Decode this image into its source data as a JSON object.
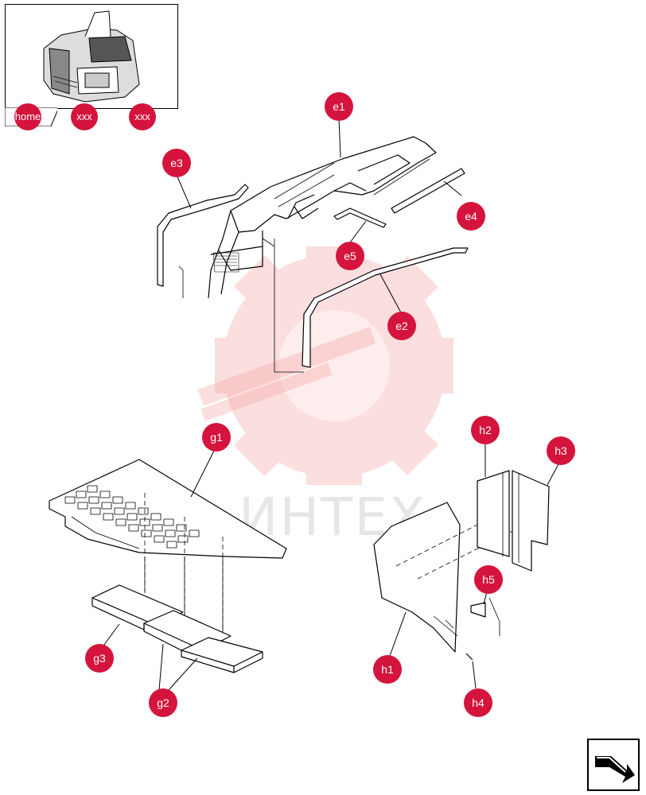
{
  "watermark": {
    "text": "ИНТЕХ",
    "color": "#f2a0a0"
  },
  "nav": {
    "home_label": "home",
    "prev_label": "xxx",
    "next_label": "xxx",
    "forward_icon": "arrow-forward-icon"
  },
  "callouts": {
    "e1": "e1",
    "e2": "e2",
    "e3": "e3",
    "e4": "e4",
    "e5": "e5",
    "g1": "g1",
    "g2": "g2",
    "g3": "g3",
    "h1": "h1",
    "h2": "h2",
    "h3": "h3",
    "h4": "h4",
    "h5": "h5"
  },
  "accent_color": "#d4143c"
}
